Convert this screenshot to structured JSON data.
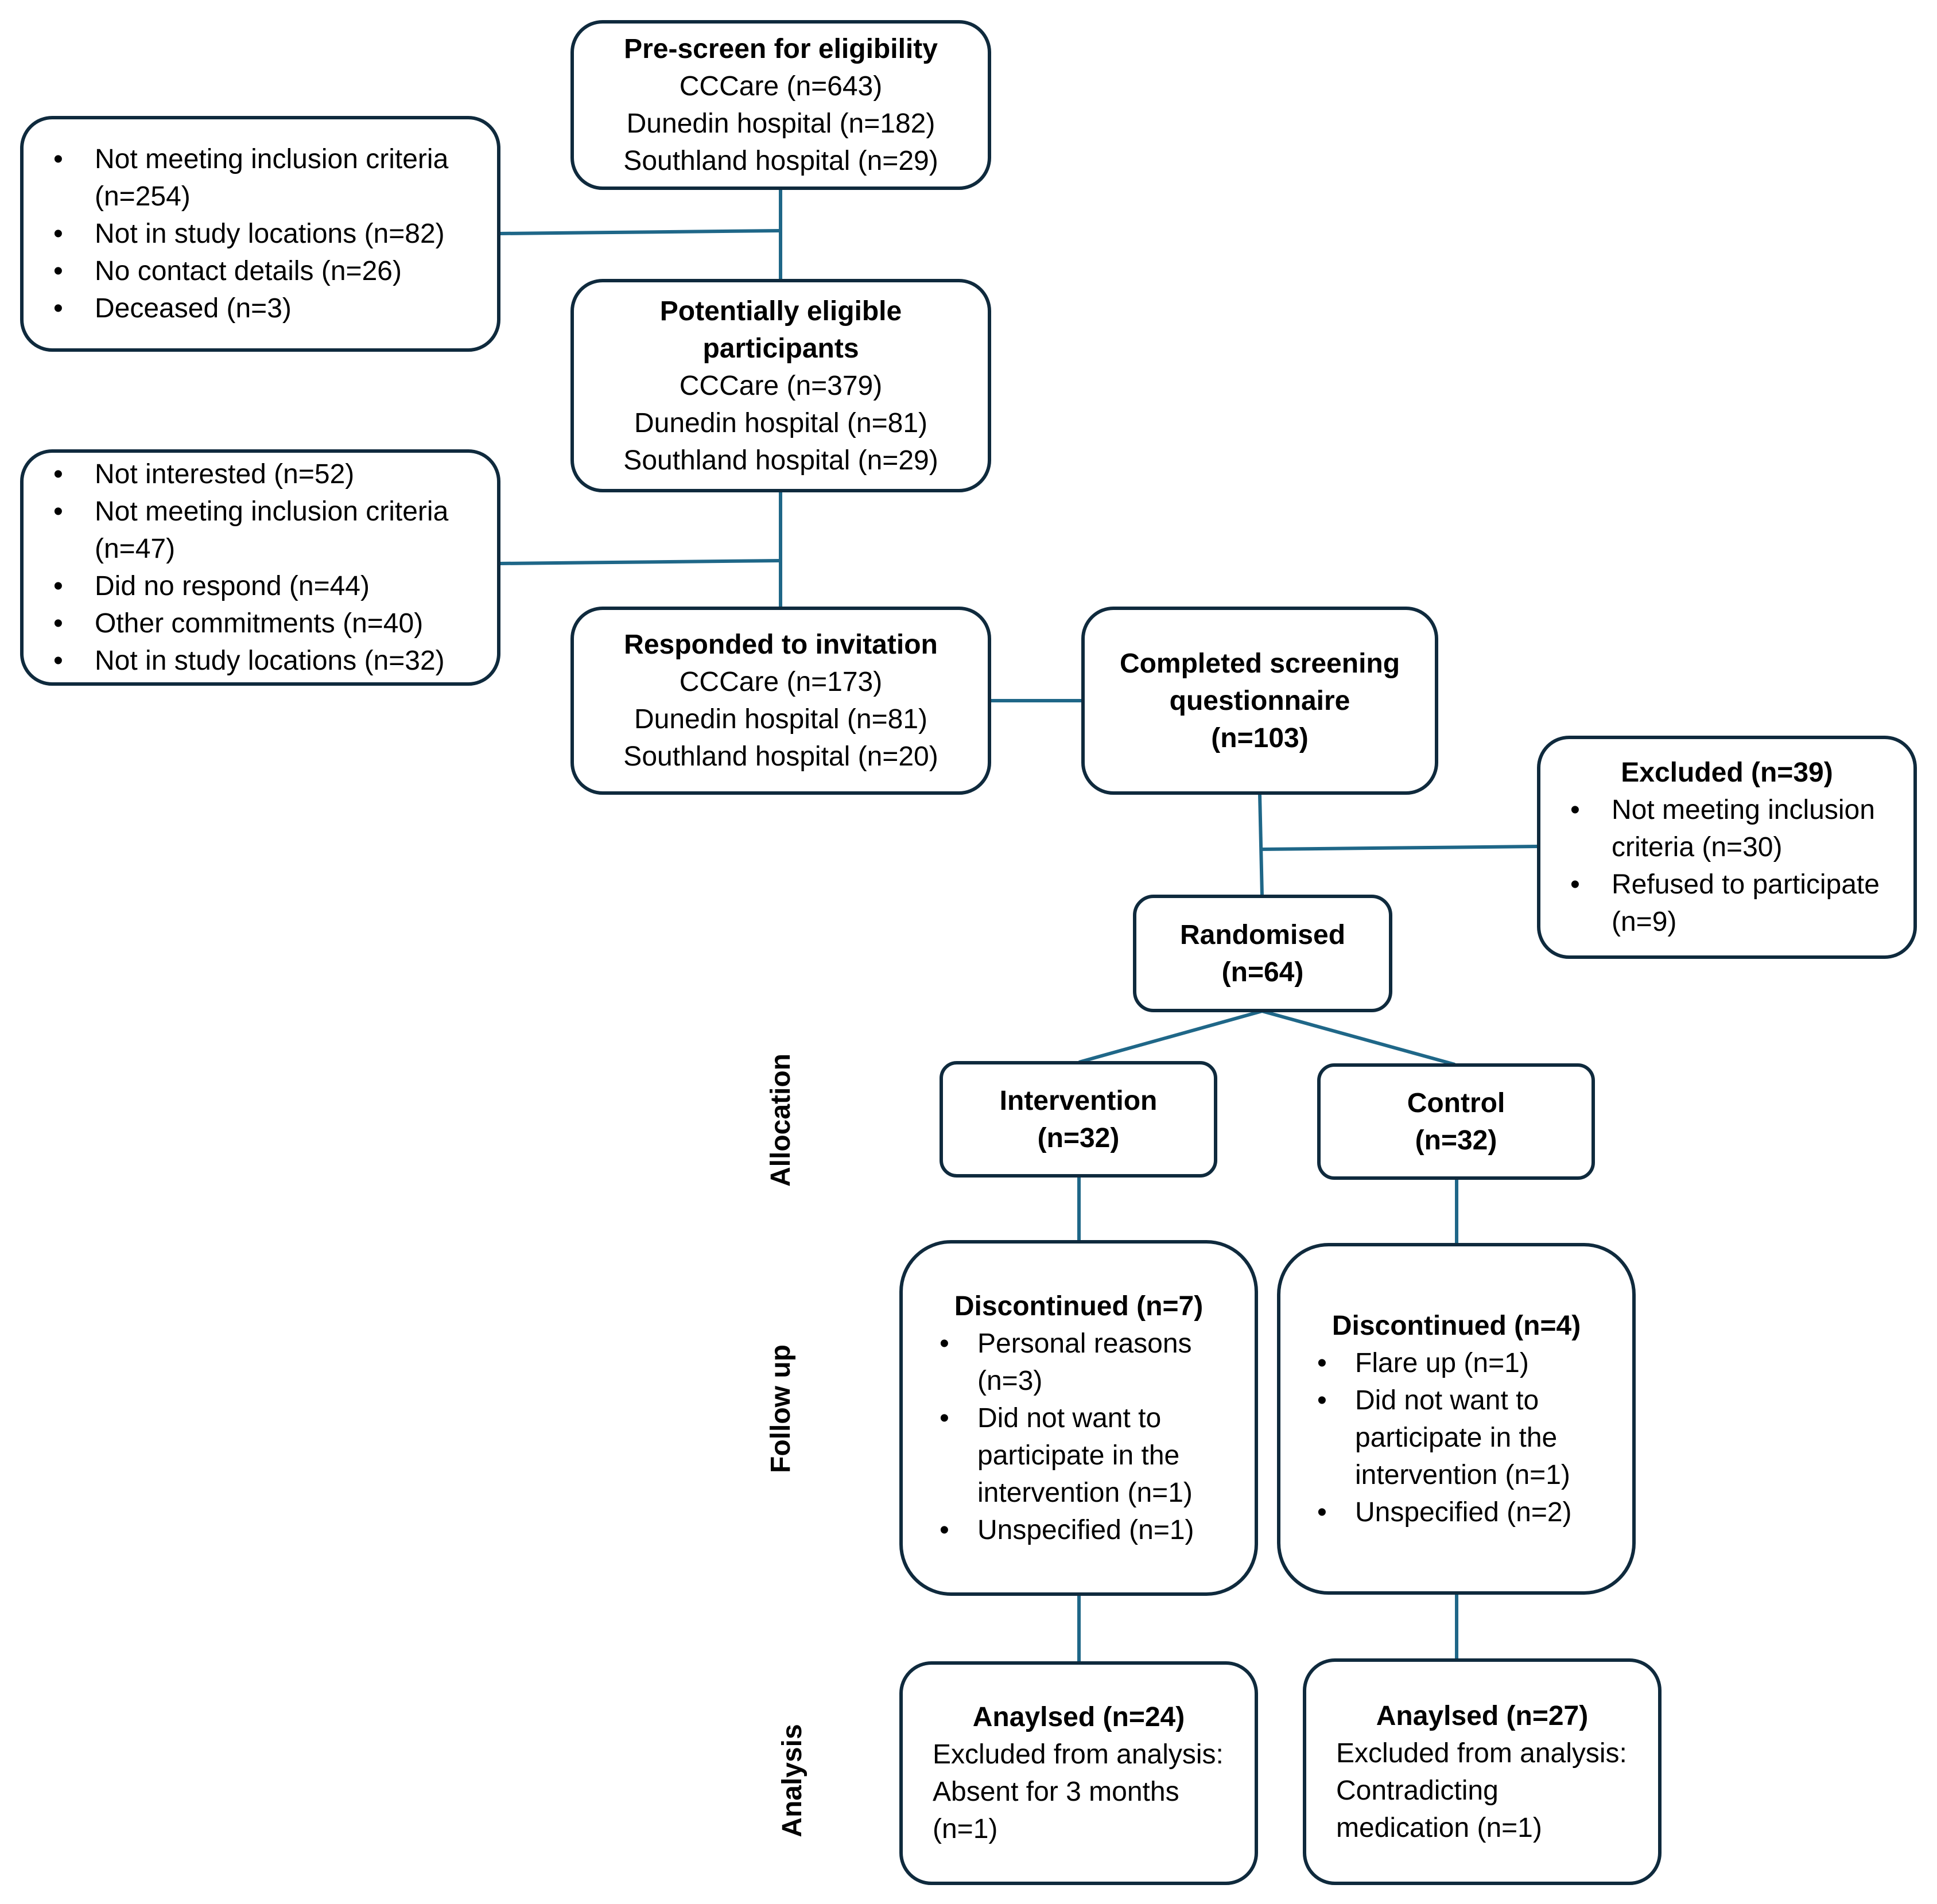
{
  "colors": {
    "box_border": "#0f2a3d",
    "connector": "#1f6788"
  },
  "prescreen": {
    "title": "Pre-screen for eligibility",
    "lines": [
      "CCCare (n=643)",
      "Dunedin hospital (n=182)",
      "Southland hospital (n=29)"
    ]
  },
  "exclusion_1": {
    "items": [
      "Not meeting inclusion criteria (n=254)",
      "Not in study locations (n=82)",
      "No contact details (n=26)",
      "Deceased (n=3)"
    ]
  },
  "eligible": {
    "title_1": "Potentially eligible",
    "title_2": "participants",
    "lines": [
      "CCCare (n=379)",
      "Dunedin hospital (n=81)",
      "Southland hospital (n=29)"
    ]
  },
  "exclusion_2": {
    "items": [
      "Not interested (n=52)",
      "Not meeting inclusion criteria (n=47)",
      "Did no respond (n=44)",
      "Other commitments (n=40)",
      "Not in study locations (n=32)"
    ]
  },
  "responded": {
    "title": "Responded to invitation",
    "lines": [
      "CCCare (n=173)",
      "Dunedin hospital (n=81)",
      "Southland hospital (n=20)"
    ]
  },
  "screening": {
    "title_1": "Completed screening",
    "title_2": "questionnaire",
    "title_3": "(n=103)"
  },
  "excluded": {
    "title": "Excluded (n=39)",
    "items": [
      "Not meeting inclusion criteria (n=30)",
      "Refused to participate (n=9)"
    ]
  },
  "randomised": {
    "title_1": "Randomised",
    "title_2": "(n=64)"
  },
  "stages": {
    "allocation": "Allocation",
    "follow_up": "Follow up",
    "analysis": "Analysis"
  },
  "intervention": {
    "title_1": "Intervention",
    "title_2": "(n=32)"
  },
  "control": {
    "title_1": "Control",
    "title_2": "(n=32)"
  },
  "discontinued_intervention": {
    "title": "Discontinued (n=7)",
    "items": [
      "Personal reasons (n=3)",
      "Did not want to participate in the intervention (n=1)",
      "Unspecified (n=1)"
    ]
  },
  "discontinued_control": {
    "title": "Discontinued (n=4)",
    "items": [
      "Flare up (n=1)",
      "Did not want to participate in the intervention (n=1)",
      "Unspecified (n=2)"
    ]
  },
  "analysed_intervention": {
    "title": "Anaylsed (n=24)",
    "text": "Excluded from analysis: Absent for 3 months (n=1)"
  },
  "analysed_control": {
    "title": "Anaylsed (n=27)",
    "text": "Excluded from analysis: Contradicting medication (n=1)"
  }
}
